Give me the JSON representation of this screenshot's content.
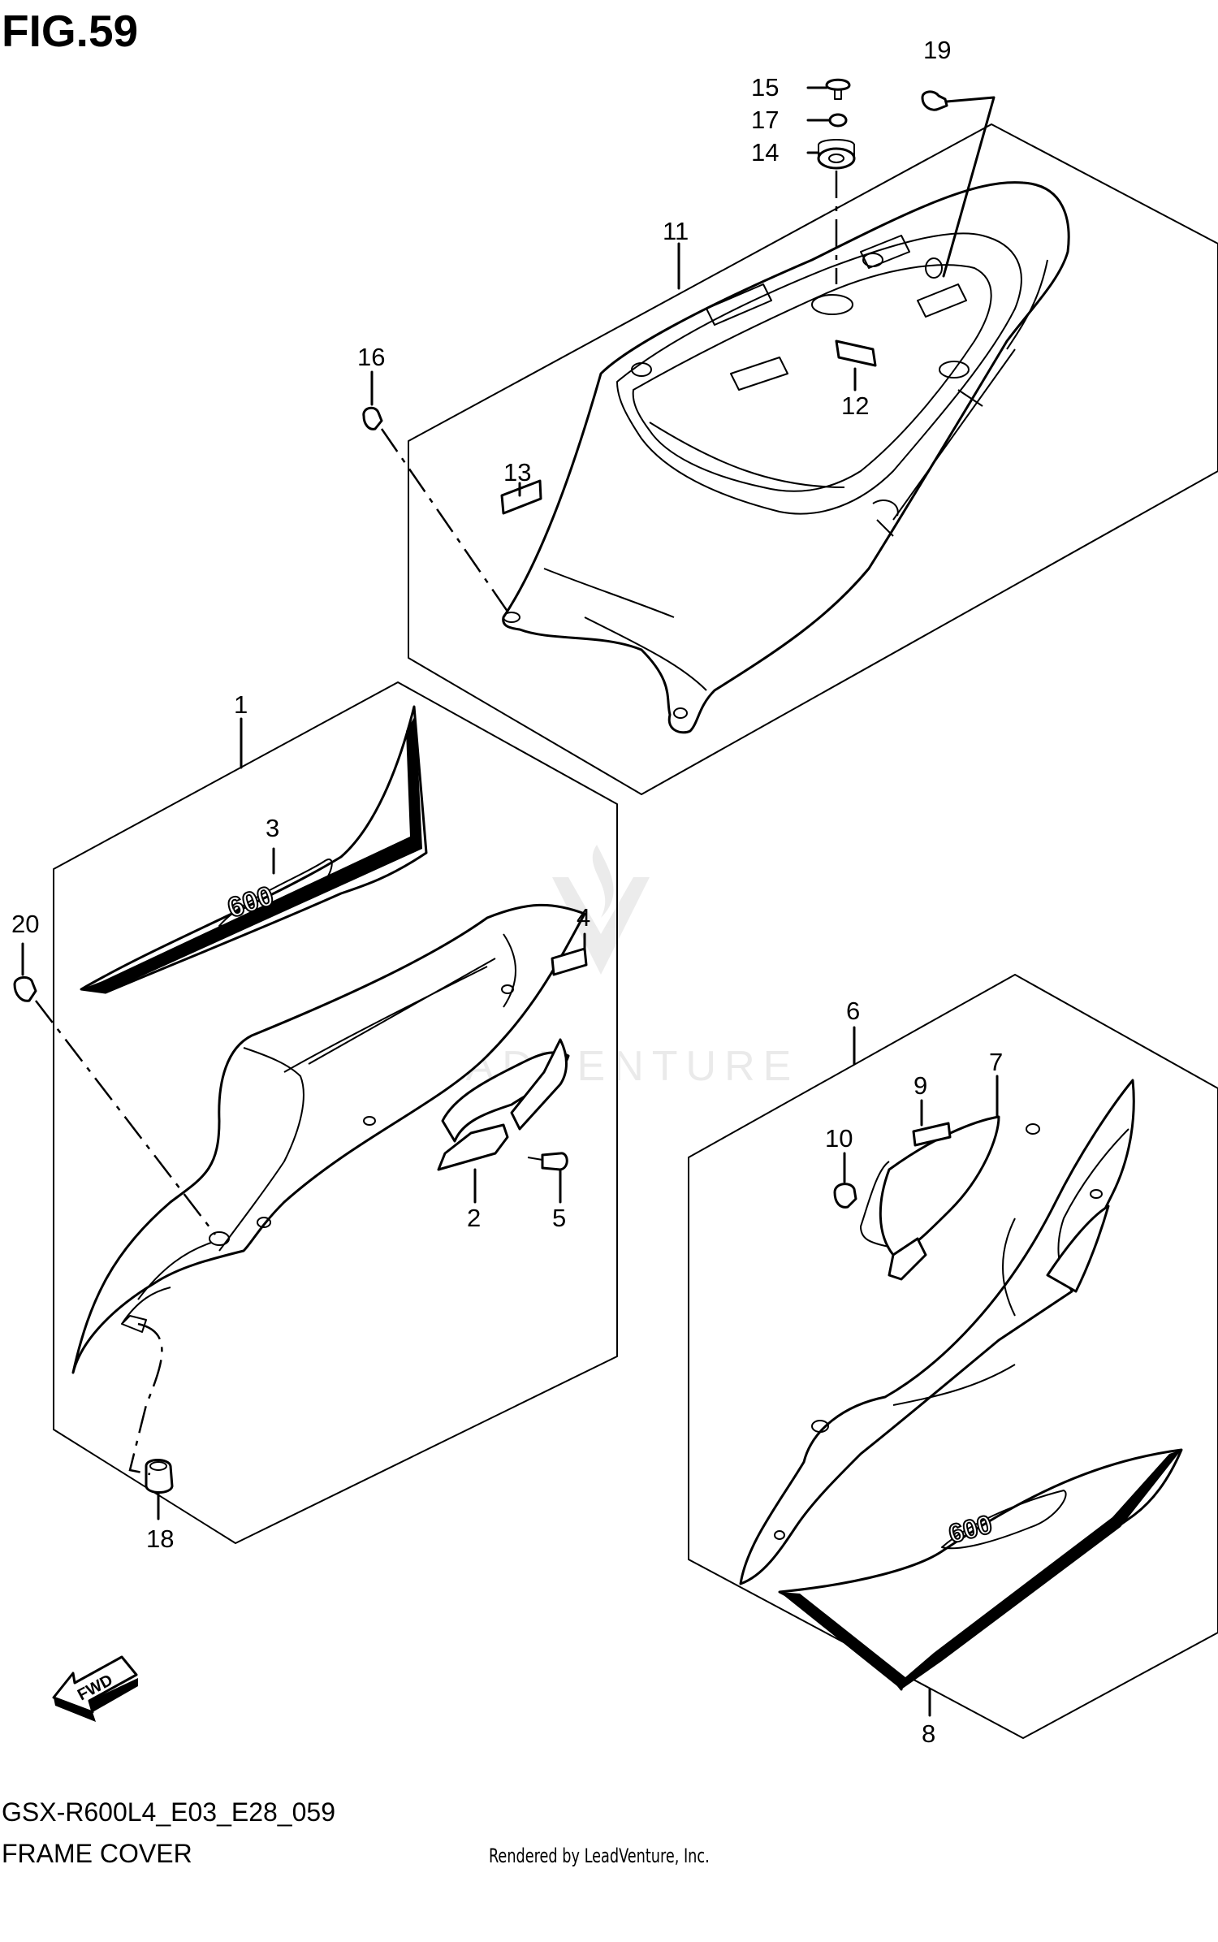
{
  "figure": {
    "title": "FIG.59",
    "model_code": "GSX-R600L4_E03_E28_059",
    "section_name": "FRAME COVER",
    "credit": "Rendered by LeadVenture, Inc.",
    "watermark": "LEADVENTURE",
    "fwd_label": "FWD"
  },
  "callouts": {
    "c1": "1",
    "c2": "2",
    "c3": "3",
    "c4": "4",
    "c5": "5",
    "c6": "6",
    "c7": "7",
    "c8": "8",
    "c9": "9",
    "c10": "10",
    "c11": "11",
    "c12": "12",
    "c13": "13",
    "c14": "14",
    "c15": "15",
    "c16": "16",
    "c17": "17",
    "c18": "18",
    "c19": "19",
    "c20": "20"
  },
  "emblem_text": "600"
}
